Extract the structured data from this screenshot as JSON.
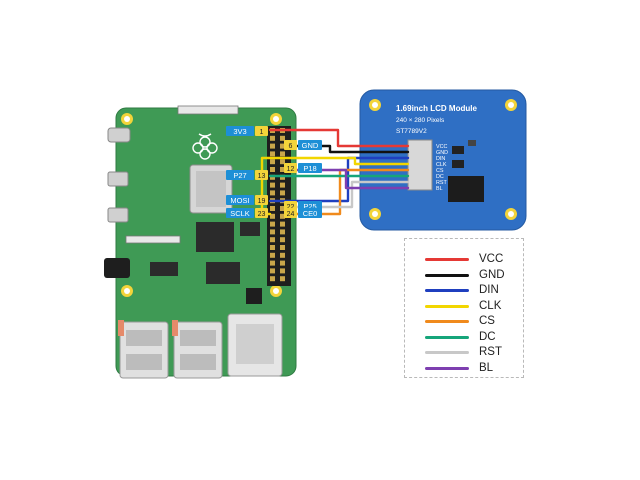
{
  "lcd": {
    "title": "1.69inch LCD Module",
    "resolution": "240 × 280 Pixels",
    "driver": "ST7789V2",
    "pin_labels": [
      "VCC",
      "GND",
      "DIN",
      "CLK",
      "CS",
      "DC",
      "RST",
      "BL"
    ]
  },
  "pi_pins": [
    {
      "label": "3V3",
      "num": "1",
      "side": "left"
    },
    {
      "label": "GND",
      "num": "6",
      "side": "right"
    },
    {
      "label": "P27",
      "num": "13",
      "side": "left"
    },
    {
      "label": "P18",
      "num": "12",
      "side": "right"
    },
    {
      "label": "MOSI",
      "num": "19",
      "side": "left"
    },
    {
      "label": "P25",
      "num": "22",
      "side": "right"
    },
    {
      "label": "SCLK",
      "num": "23",
      "side": "left"
    },
    {
      "label": "CE0",
      "num": "24",
      "side": "right"
    }
  ],
  "legend": [
    {
      "name": "VCC",
      "color": "#e53935"
    },
    {
      "name": "GND",
      "color": "#111111"
    },
    {
      "name": "DIN",
      "color": "#1f3fbf"
    },
    {
      "name": "CLK",
      "color": "#f2d600"
    },
    {
      "name": "CS",
      "color": "#f08a1c"
    },
    {
      "name": "DC",
      "color": "#16a57a"
    },
    {
      "name": "RST",
      "color": "#c8c8c8"
    },
    {
      "name": "BL",
      "color": "#7e3fb0"
    }
  ],
  "colors": {
    "pi_board": "#3f9a55",
    "lcd_board": "#2f6fc4",
    "label_tag": "#1d8fd6"
  }
}
